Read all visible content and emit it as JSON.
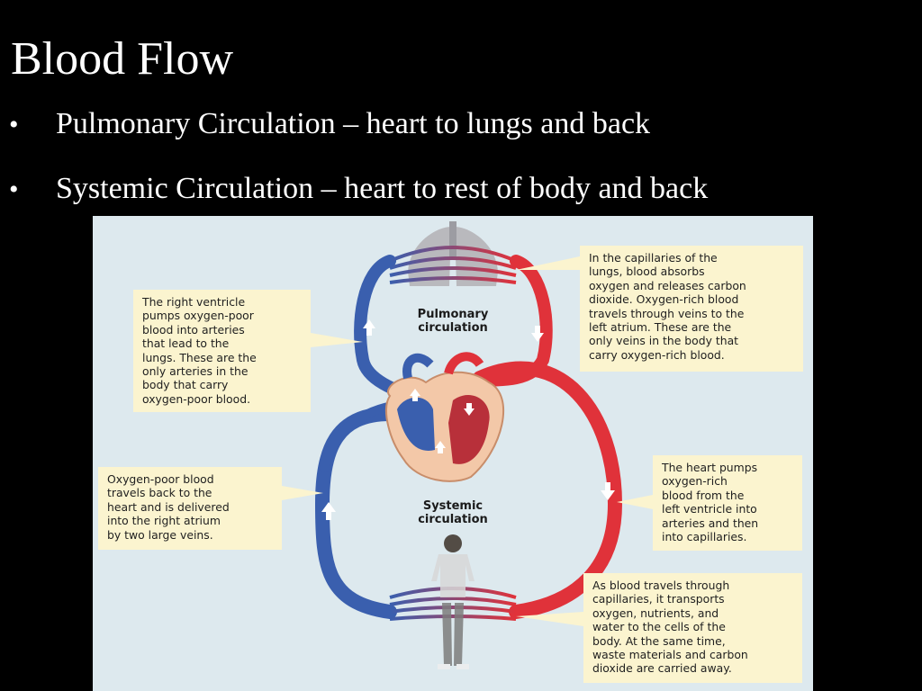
{
  "slide": {
    "title": "Blood Flow",
    "bullets": [
      "Pulmonary Circulation – heart to lungs and back",
      "Systemic Circulation – heart to rest of body and back"
    ],
    "bullet_symbol": "•"
  },
  "diagram": {
    "labels": {
      "pulmonary": "Pulmonary\ncirculation",
      "systemic": "Systemic\ncirculation"
    },
    "notes": {
      "lung_capillaries": "In the capillaries of the\nlungs, blood absorbs\noxygen and releases carbon\ndioxide. Oxygen-rich blood\ntravels through veins to the\nleft atrium. These are the\nonly veins in the body that\ncarry oxygen-rich blood.",
      "right_ventricle": "The right ventricle\npumps oxygen-poor\nblood into arteries\nthat lead to the\nlungs. These are the\nonly arteries in the\nbody that carry\noxygen-poor blood.",
      "oxygen_poor_return": "Oxygen-poor blood\ntravels back to the\nheart and is delivered\ninto the right atrium\nby two large veins.",
      "heart_pumps": "The heart pumps\noxygen-rich\nblood from the\nleft ventricle into\narteries and then\ninto capillaries.",
      "body_capillaries": "As blood travels through\ncapillaries, it transports\noxygen, nutrients, and\nwater to the cells of the\nbody. At the same time,\nwaste materials and carbon\ndioxide are carried away."
    },
    "colors": {
      "oxygen_poor": "#3a5fae",
      "oxygen_rich": "#e0323a",
      "background": "#dde9ee",
      "note_background": "#fbf4cf"
    }
  }
}
